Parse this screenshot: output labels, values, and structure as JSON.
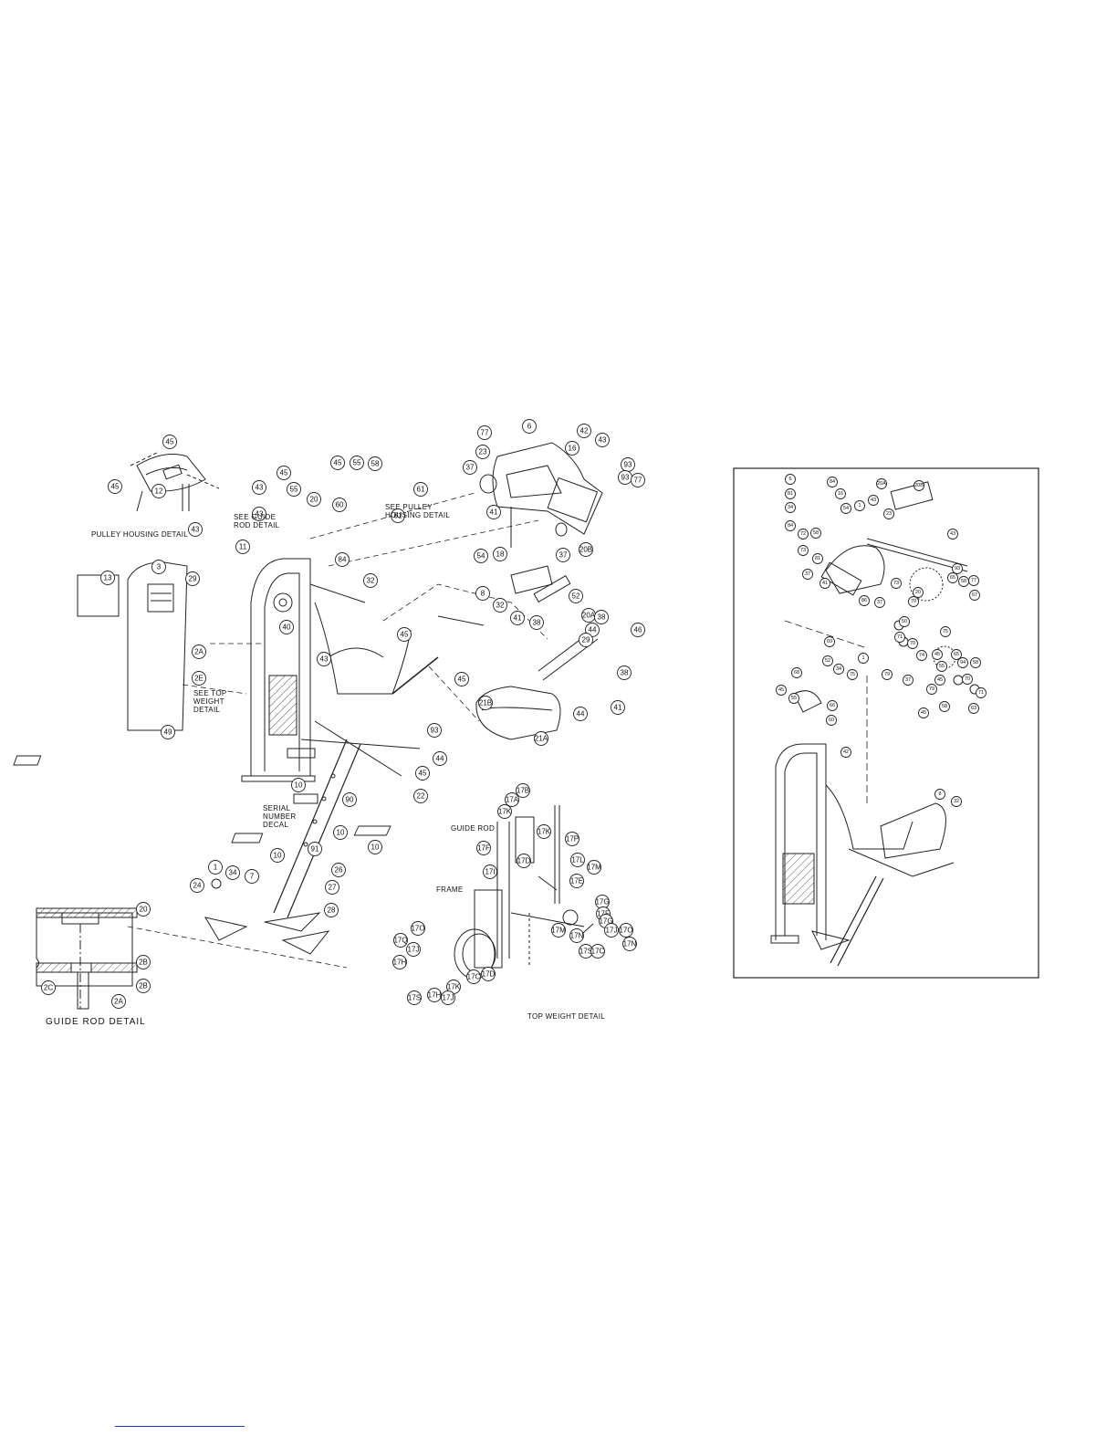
{
  "exploded_view": {
    "part_numbers": [
      "45",
      "45",
      "12",
      "43",
      "43",
      "45",
      "45",
      "55",
      "55",
      "58",
      "61",
      "61",
      "60",
      "20",
      "43",
      "11",
      "40",
      "2A",
      "2E",
      "3",
      "13",
      "29",
      "49",
      "84",
      "32",
      "77",
      "6",
      "42",
      "16",
      "23",
      "43",
      "93",
      "93",
      "77",
      "37",
      "41",
      "37",
      "20B",
      "20A",
      "18",
      "54",
      "8",
      "32",
      "52",
      "41",
      "38",
      "38",
      "44",
      "29",
      "46",
      "38",
      "41",
      "44",
      "45",
      "45",
      "43",
      "93",
      "44",
      "45",
      "22",
      "21B",
      "21A",
      "10",
      "10",
      "10",
      "10",
      "90",
      "91",
      "26",
      "27",
      "28",
      "1",
      "34",
      "7",
      "24",
      "17B",
      "17A",
      "17K",
      "17K",
      "17F",
      "17D",
      "17I",
      "17P",
      "17L",
      "17M",
      "17E",
      "17G",
      "17H",
      "17J",
      "17K",
      "17C",
      "17D",
      "17O",
      "17Q",
      "17J",
      "17H",
      "17S",
      "17N",
      "17M",
      "17F",
      "17G",
      "17J",
      "17S",
      "17O",
      "17N",
      "17C"
    ],
    "callouts": {
      "pulley_housing": "PULLEY HOUSING DETAIL",
      "see_guide_rod": "SEE GUIDE\nROD DETAIL",
      "see_pulley_housing": "SEE PULLEY\nHOUSING DETAIL",
      "see_top_weight": "SEE TOP\nWEIGHT\nDETAIL",
      "serial_number": "SERIAL\nNUMBER\nDECAL",
      "guide_rod": "GUIDE ROD",
      "frame": "FRAME",
      "top_weight_detail": "TOP WEIGHT DETAIL"
    }
  },
  "guide_rod_detail": {
    "title": "GUIDE ROD DETAIL",
    "part_numbers": [
      "20",
      "2B",
      "2B",
      "2C",
      "2A"
    ]
  },
  "assembly_inset": {
    "part_numbers": [
      "6",
      "84",
      "16",
      "81",
      "34",
      "84",
      "72",
      "54",
      "58",
      "73",
      "43",
      "1",
      "20A",
      "20B",
      "23",
      "43",
      "93",
      "81",
      "37",
      "41",
      "69",
      "86",
      "37",
      "73",
      "65",
      "58",
      "77",
      "67",
      "50",
      "70",
      "71",
      "70",
      "74",
      "20",
      "75",
      "55",
      "45",
      "79",
      "65",
      "79",
      "52",
      "34",
      "75",
      "1",
      "45",
      "58",
      "94",
      "70",
      "71",
      "63",
      "68",
      "45",
      "55",
      "66",
      "60",
      "42",
      "8",
      "32",
      "37",
      "45",
      "58"
    ]
  }
}
